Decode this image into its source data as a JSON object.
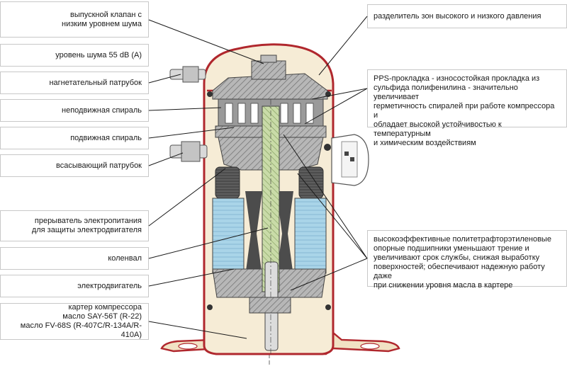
{
  "labels_left": [
    {
      "id": "discharge-valve",
      "text": "выпускной клапан с\nнизким уровнем шума"
    },
    {
      "id": "noise-level",
      "text": "уровень шума 55 dB (A)"
    },
    {
      "id": "discharge-port",
      "text": "нагнетательный патрубок"
    },
    {
      "id": "fixed-scroll",
      "text": "неподвижная спираль"
    },
    {
      "id": "orbiting-scroll",
      "text": "подвижная спираль"
    },
    {
      "id": "suction-port",
      "text": "всасывающий патрубок"
    },
    {
      "id": "motor-protector",
      "text": "прерыватель электропитания\nдля защиты электродвигателя"
    },
    {
      "id": "crankshaft",
      "text": "коленвал"
    },
    {
      "id": "motor",
      "text": "электродвигатель"
    },
    {
      "id": "oil-sump",
      "text": "картер компрессора\nмасло SAY-56T (R-22)\nмасло FV-68S (R-407C/R-134A/R-410A)"
    }
  ],
  "labels_right": [
    {
      "id": "pressure-separator",
      "text": "разделитель зон высокого и низкого давления"
    },
    {
      "id": "pps-gasket",
      "text": "PPS-прокладка - износостойкая прокладка из\nсульфида полифенилина - значительно увеличивает\nгерметичность спиралей при работе компрессора и\nобладает высокой устойчивостью к температурным\nи химическим воздействиям"
    },
    {
      "id": "ptfe-bearings",
      "text": "высокоэффективные политетрафторэтиленовые\nопорные подшипники уменьшают трение и\nувеличивают срок службы, снижая выработку\nповерхностей; обеспечивают надежную работу даже\nпри снижении уровня масла в картере"
    }
  ],
  "colors": {
    "shell": "#b0272d",
    "shell_fill": "#f6ecd6",
    "metal": "#9a9a9a",
    "metal_dark": "#5a5a5a",
    "winding": "#a9d4e8",
    "shaft": "#c9dba8",
    "leader": "#1a1a1a",
    "box_border": "#c8c8c8"
  }
}
